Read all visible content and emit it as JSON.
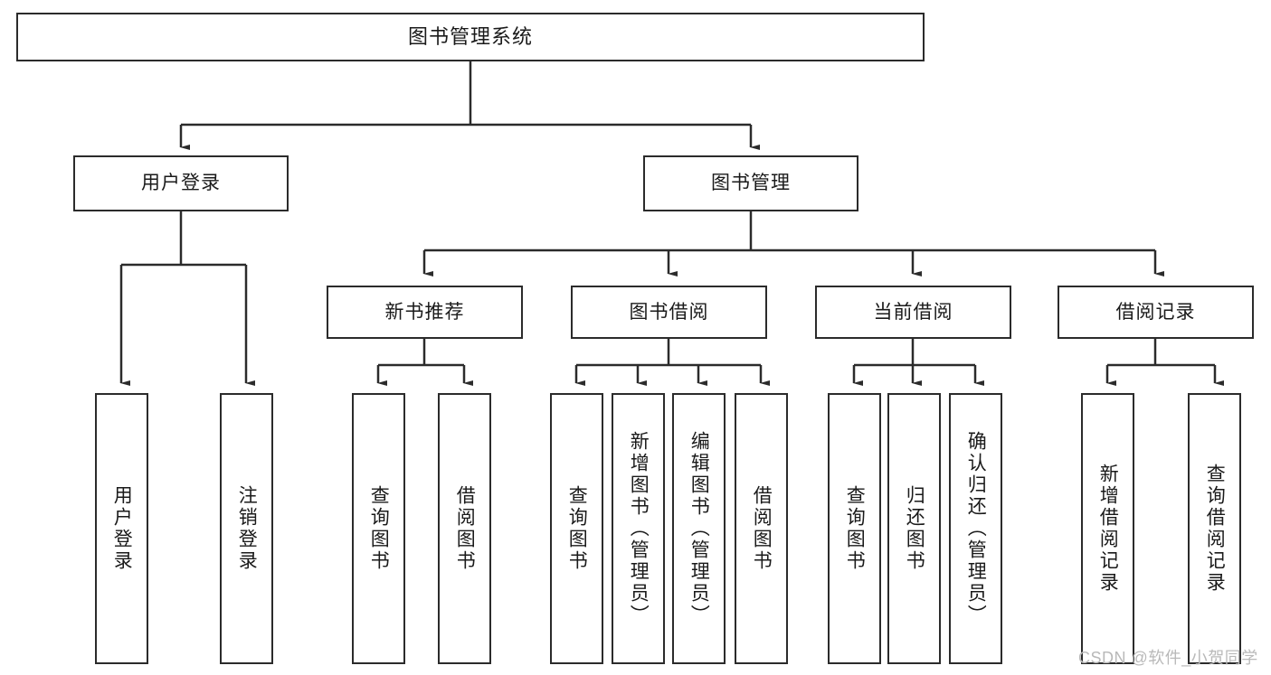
{
  "diagram": {
    "type": "tree-hierarchy-chart",
    "title": "图书管理系统",
    "watermark": "CSDN @软件_小贺同学",
    "colors": {
      "stroke": "#2b2b2b",
      "fill": "#ffffff",
      "text": "#1a1a1a",
      "watermark": "#b9b9b9"
    },
    "nodes": {
      "root": {
        "label": "图书管理系统"
      },
      "level2": [
        {
          "id": "user-login",
          "label": "用户登录"
        },
        {
          "id": "book-management",
          "label": "图书管理"
        }
      ],
      "level3": [
        {
          "id": "new-book-recommend",
          "label": "新书推荐"
        },
        {
          "id": "book-borrow",
          "label": "图书借阅"
        },
        {
          "id": "current-borrow",
          "label": "当前借阅"
        },
        {
          "id": "borrow-record",
          "label": "借阅记录"
        }
      ],
      "leaves": {
        "user_login": [
          {
            "id": "leaf-user-login",
            "label": "用户登录"
          },
          {
            "id": "leaf-logout-login",
            "label": "注销登录"
          }
        ],
        "new_book_recommend": [
          {
            "id": "leaf-query-book-1",
            "label": "查询图书"
          },
          {
            "id": "leaf-borrow-book-1",
            "label": "借阅图书"
          }
        ],
        "book_borrow": [
          {
            "id": "leaf-query-book-2",
            "label": "查询图书"
          },
          {
            "id": "leaf-add-book",
            "label": "新增图书（管理员）"
          },
          {
            "id": "leaf-edit-book",
            "label": "编辑图书（管理员）"
          },
          {
            "id": "leaf-borrow-book-2",
            "label": "借阅图书"
          }
        ],
        "current_borrow": [
          {
            "id": "leaf-query-book-3",
            "label": "查询图书"
          },
          {
            "id": "leaf-return-book",
            "label": "归还图书"
          },
          {
            "id": "leaf-confirm-return",
            "label": "确认归还（管理员）"
          }
        ],
        "borrow_record": [
          {
            "id": "leaf-add-record",
            "label": "新增借阅记录"
          },
          {
            "id": "leaf-query-record",
            "label": "查询借阅记录"
          }
        ]
      }
    }
  }
}
